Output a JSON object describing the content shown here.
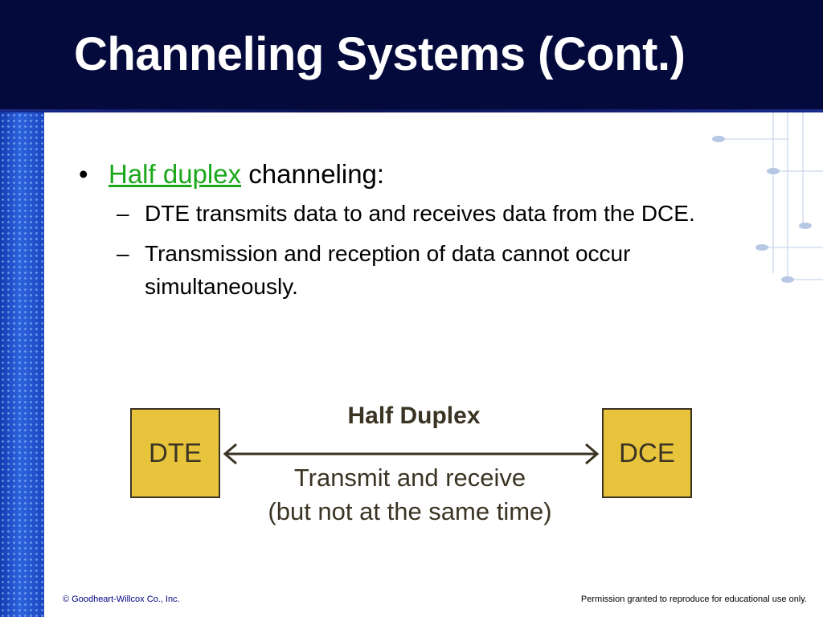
{
  "slide": {
    "title": "Channeling Systems (Cont.)"
  },
  "bullets": {
    "main": {
      "marker": "•",
      "term": "Half duplex",
      "rest": " channeling:"
    },
    "subs": [
      {
        "dash": "–",
        "text": "DTE transmits data to and receives data from the DCE."
      },
      {
        "dash": "–",
        "text": "Transmission and reception of data cannot occur simultaneously."
      }
    ]
  },
  "diagram": {
    "title": "Half Duplex",
    "left_box": "DTE",
    "right_box": "DCE",
    "caption_line1": "Transmit and receive",
    "caption_line2": "(but not at the same time)",
    "box_color": "#e8c43d",
    "text_color": "#3b3424"
  },
  "footer": {
    "left": "© Goodheart-Willcox Co., Inc.",
    "right": "Permission granted to reproduce for educational use only."
  },
  "colors": {
    "title_band": "#050a3c",
    "accent_green": "#1aa81a",
    "strip_blue": "#1f4fc8"
  }
}
